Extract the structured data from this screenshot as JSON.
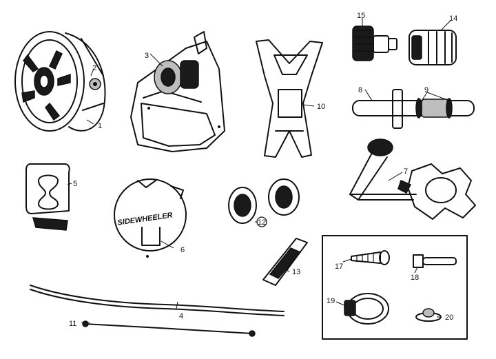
{
  "callouts": {
    "c1": "1",
    "c2": "2",
    "c3": "3",
    "c4": "4",
    "c5": "5",
    "c6": "6",
    "c7": "7",
    "c8": "8",
    "c9": "9",
    "c10": "10",
    "c11": "11",
    "c12": "12",
    "c13": "13",
    "c14": "14",
    "c15": "15",
    "c17": "17",
    "c18": "18",
    "c19": "19",
    "c20": "20"
  },
  "cover_text": "SIDEWHEELER",
  "colors": {
    "ink": "#111111",
    "paper": "#ffffff",
    "fill": "#bdbdbd"
  }
}
